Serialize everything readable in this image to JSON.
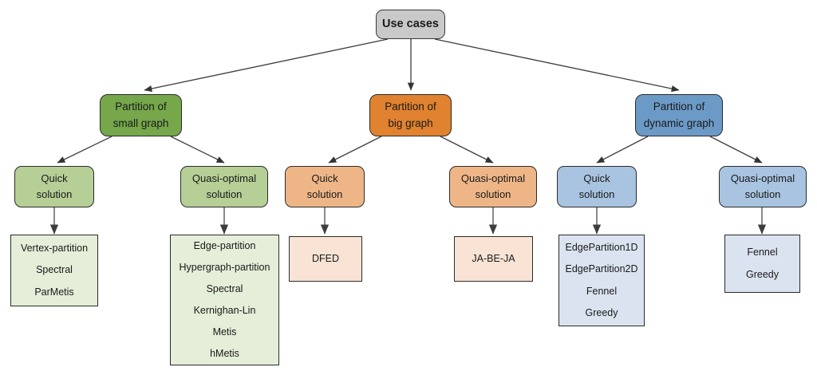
{
  "diagram": {
    "title": "Use cases",
    "root": {
      "label": "Use cases",
      "color": "#c9c9c9"
    },
    "branches": [
      {
        "id": "small-graph",
        "category": {
          "line1": "Partition of",
          "line2": "small graph",
          "color": "#76a74b"
        },
        "solutions": [
          {
            "id": "small-quick",
            "line1": "Quick",
            "line2": "solution",
            "color": "#b5cf96",
            "leaf": {
              "color": "#e4eed8",
              "items": [
                "Vertex-partition",
                "Spectral",
                "ParMetis"
              ]
            }
          },
          {
            "id": "small-quasi-optimal",
            "line1": "Quasi-optimal",
            "line2": "solution",
            "color": "#b5cf96",
            "leaf": {
              "color": "#e4eed8",
              "items": [
                "Edge-partition",
                "Hypergraph-partition",
                "Spectral",
                "Kernighan-Lin",
                "Metis",
                "hMetis"
              ]
            }
          }
        ]
      },
      {
        "id": "big-graph",
        "category": {
          "line1": "Partition of",
          "line2": "big graph",
          "color": "#e0822f"
        },
        "solutions": [
          {
            "id": "big-quick",
            "line1": "Quick",
            "line2": "solution",
            "color": "#eeb687",
            "leaf": {
              "color": "#f8e3d5",
              "items": [
                "DFED"
              ]
            }
          },
          {
            "id": "big-quasi-optimal",
            "line1": "Quasi-optimal",
            "line2": "solution",
            "color": "#eeb687",
            "leaf": {
              "color": "#f8e3d5",
              "items": [
                "JA-BE-JA"
              ]
            }
          }
        ]
      },
      {
        "id": "dynamic-graph",
        "category": {
          "line1": "Partition of",
          "line2": "dynamic graph",
          "color": "#6c9ac7"
        },
        "solutions": [
          {
            "id": "dynamic-quick",
            "line1": "Quick",
            "line2": "solution",
            "color": "#a8c4e0",
            "leaf": {
              "color": "#dbe3f0",
              "items": [
                "EdgePartition1D",
                "EdgePartition2D",
                "Fennel",
                "Greedy"
              ]
            }
          },
          {
            "id": "dynamic-quasi-optimal",
            "line1": "Quasi-optimal",
            "line2": "solution",
            "color": "#a8c4e0",
            "leaf": {
              "color": "#dbe3f0",
              "items": [
                "Fennel",
                "Greedy"
              ]
            }
          }
        ]
      }
    ]
  }
}
